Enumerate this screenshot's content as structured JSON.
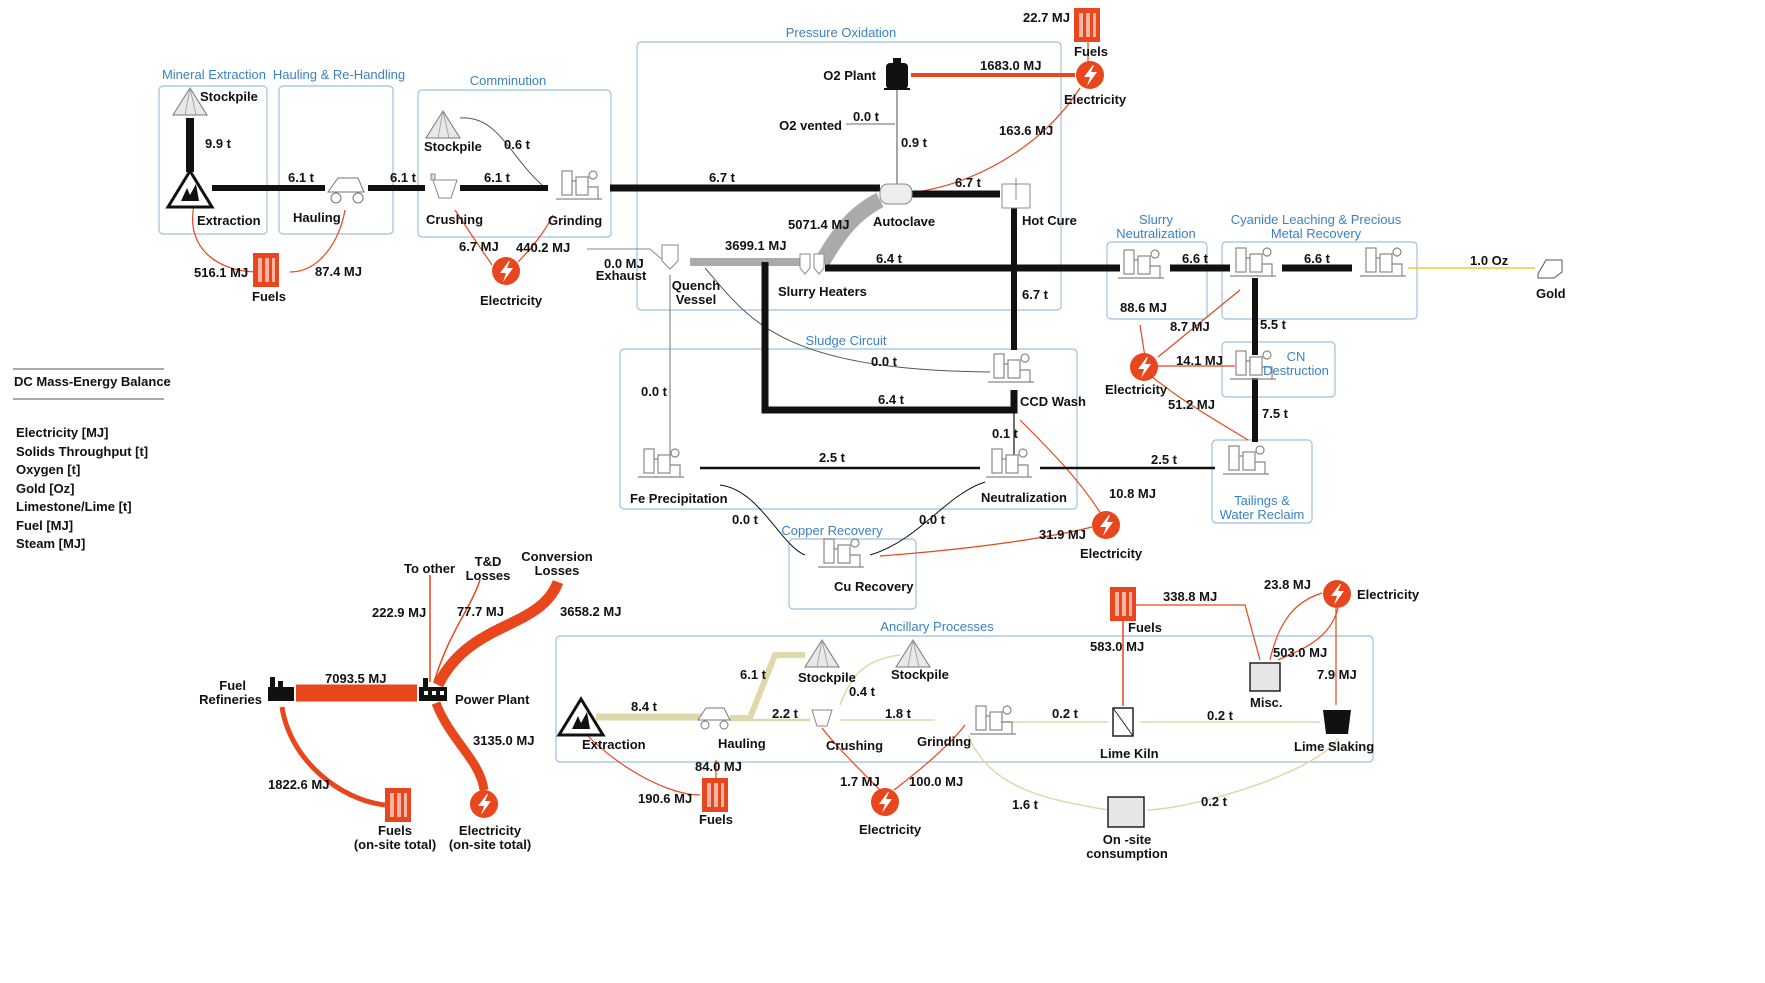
{
  "colors": {
    "solids": "#111111",
    "energy": "#e8461c",
    "gold": "#f0cc30",
    "limestone": "#e0d8a8",
    "gas": "#999999",
    "box_title": "#3a82c4",
    "box_border": "#9cc0e0"
  },
  "legend": {
    "title": "DC Mass-Energy Balance",
    "items": [
      "Electricity [MJ]",
      "Solids Throughput [t]",
      "Oxygen [t]",
      "Gold [Oz]",
      "Limestone/Lime [t]",
      "Fuel [MJ]",
      "Steam [MJ]"
    ]
  },
  "areas": {
    "mineral_extraction": "Mineral Extraction",
    "hauling": "Hauling & Re-Handling",
    "comminution": "Comminution",
    "pressure_oxidation": "Pressure Oxidation",
    "slurry_neutralization": [
      "Slurry",
      "Neutralization"
    ],
    "cyanide_leaching": [
      "Cyanide Leaching & Precious",
      "Metal Recovery"
    ],
    "cn_destruction": [
      "CN",
      "Destruction"
    ],
    "sludge_circuit": "Sludge Circuit",
    "tailings": [
      "Tailings &",
      "Water Reclaim"
    ],
    "copper_recovery": "Copper Recovery",
    "ancillary": "Ancillary Processes"
  },
  "nodes": {
    "stockpile_top": "Stockpile",
    "extraction_top": "Extraction",
    "hauling_top": "Hauling",
    "stockpile_comm": "Stockpile",
    "crushing_top": "Crushing",
    "grinding_top": "Grinding",
    "o2_plant": "O2 Plant",
    "o2_vented": "O2 vented",
    "autoclave": "Autoclave",
    "hot_cure": "Hot Cure",
    "exhaust": "Exhaust",
    "quench_vessel": [
      "Quench",
      "Vessel"
    ],
    "slurry_heaters": "Slurry Heaters",
    "ccd_wash": "CCD Wash",
    "fe_precipitation": "Fe Precipitation",
    "neutralization": "Neutralization",
    "cu_recovery": "Cu Recovery",
    "gold": "Gold",
    "fuels": "Fuels",
    "electricity": "Electricity",
    "fuel_refineries": [
      "Fuel",
      "Refineries"
    ],
    "power_plant": "Power Plant",
    "to_other": "To other",
    "td_losses": [
      "T&D",
      "Losses"
    ],
    "conversion_losses": [
      "Conversion",
      "Losses"
    ],
    "fuels_onsite": [
      "Fuels",
      "(on-site total)"
    ],
    "electricity_onsite": [
      "Electricity",
      "(on-site total)"
    ],
    "anc_extraction": "Extraction",
    "anc_hauling": "Hauling",
    "anc_stockpile1": "Stockpile",
    "anc_stockpile2": "Stockpile",
    "anc_crushing": "Crushing",
    "anc_grinding": "Grinding",
    "lime_kiln": "Lime Kiln",
    "misc": "Misc.",
    "lime_slaking": "Lime Slaking",
    "onsite_consumption": [
      "On -site",
      "consumption"
    ]
  },
  "flows": {
    "f_9_9": "9.9 t",
    "f_6_1a": "6.1 t",
    "f_6_1b": "6.1 t",
    "f_6_1c": "6.1 t",
    "f_0_6": "0.6 t",
    "f_516": "516.1 MJ",
    "f_87": "87.4 MJ",
    "f_6_7mj": "6.7 MJ",
    "f_440": "440.2 MJ",
    "f_6_7t_main": "6.7 t",
    "f_22_7": "22.7 MJ",
    "f_1683": "1683.0 MJ",
    "f_0_0_vent": "0.0 t",
    "f_0_9": "0.9 t",
    "f_163": "163.6 MJ",
    "f_6_7t_auto": "6.7 t",
    "f_5071": "5071.4 MJ",
    "f_3699": "3699.1 MJ",
    "f_exhaust": "0.0 MJ",
    "f_6_4_slurry": "6.4 t",
    "f_6_7t_hc": "6.7 t",
    "f_6_6a": "6.6 t",
    "f_6_6b": "6.6 t",
    "f_1_0": "1.0 Oz",
    "f_88_6": "88.6 MJ",
    "f_8_7": "8.7 MJ",
    "f_5_5": "5.5 t",
    "f_14_1": "14.1 MJ",
    "f_51_2": "51.2 MJ",
    "f_7_5": "7.5 t",
    "f_0_0_sl": "0.0 t",
    "f_0_0_left": "0.0 t",
    "f_6_4_ccd": "6.4 t",
    "f_0_1": "0.1 t",
    "f_2_5a": "2.5 t",
    "f_2_5b": "2.5 t",
    "f_10_8": "10.8 MJ",
    "f_0_0_cu1": "0.0 t",
    "f_0_0_cu2": "0.0 t",
    "f_31_9": "31.9 MJ",
    "f_7093": "7093.5 MJ",
    "f_222": "222.9 MJ",
    "f_77": "77.7 MJ",
    "f_3658": "3658.2 MJ",
    "f_3135": "3135.0 MJ",
    "f_1822": "1822.6 MJ",
    "f_8_4": "8.4 t",
    "f_6_1_anc": "6.1 t",
    "f_2_2": "2.2 t",
    "f_0_4": "0.4 t",
    "f_1_8": "1.8 t",
    "f_84": "84.0 MJ",
    "f_190": "190.6 MJ",
    "f_1_7": "1.7 MJ",
    "f_100": "100.0 MJ",
    "f_338": "338.8 MJ",
    "f_583": "583.0 MJ",
    "f_23_8": "23.8 MJ",
    "f_503": "503.0 MJ",
    "f_7_9": "7.9 MJ",
    "f_0_2a": "0.2 t",
    "f_0_2b": "0.2 t",
    "f_0_2c": "0.2 t",
    "f_1_6": "1.6 t"
  }
}
